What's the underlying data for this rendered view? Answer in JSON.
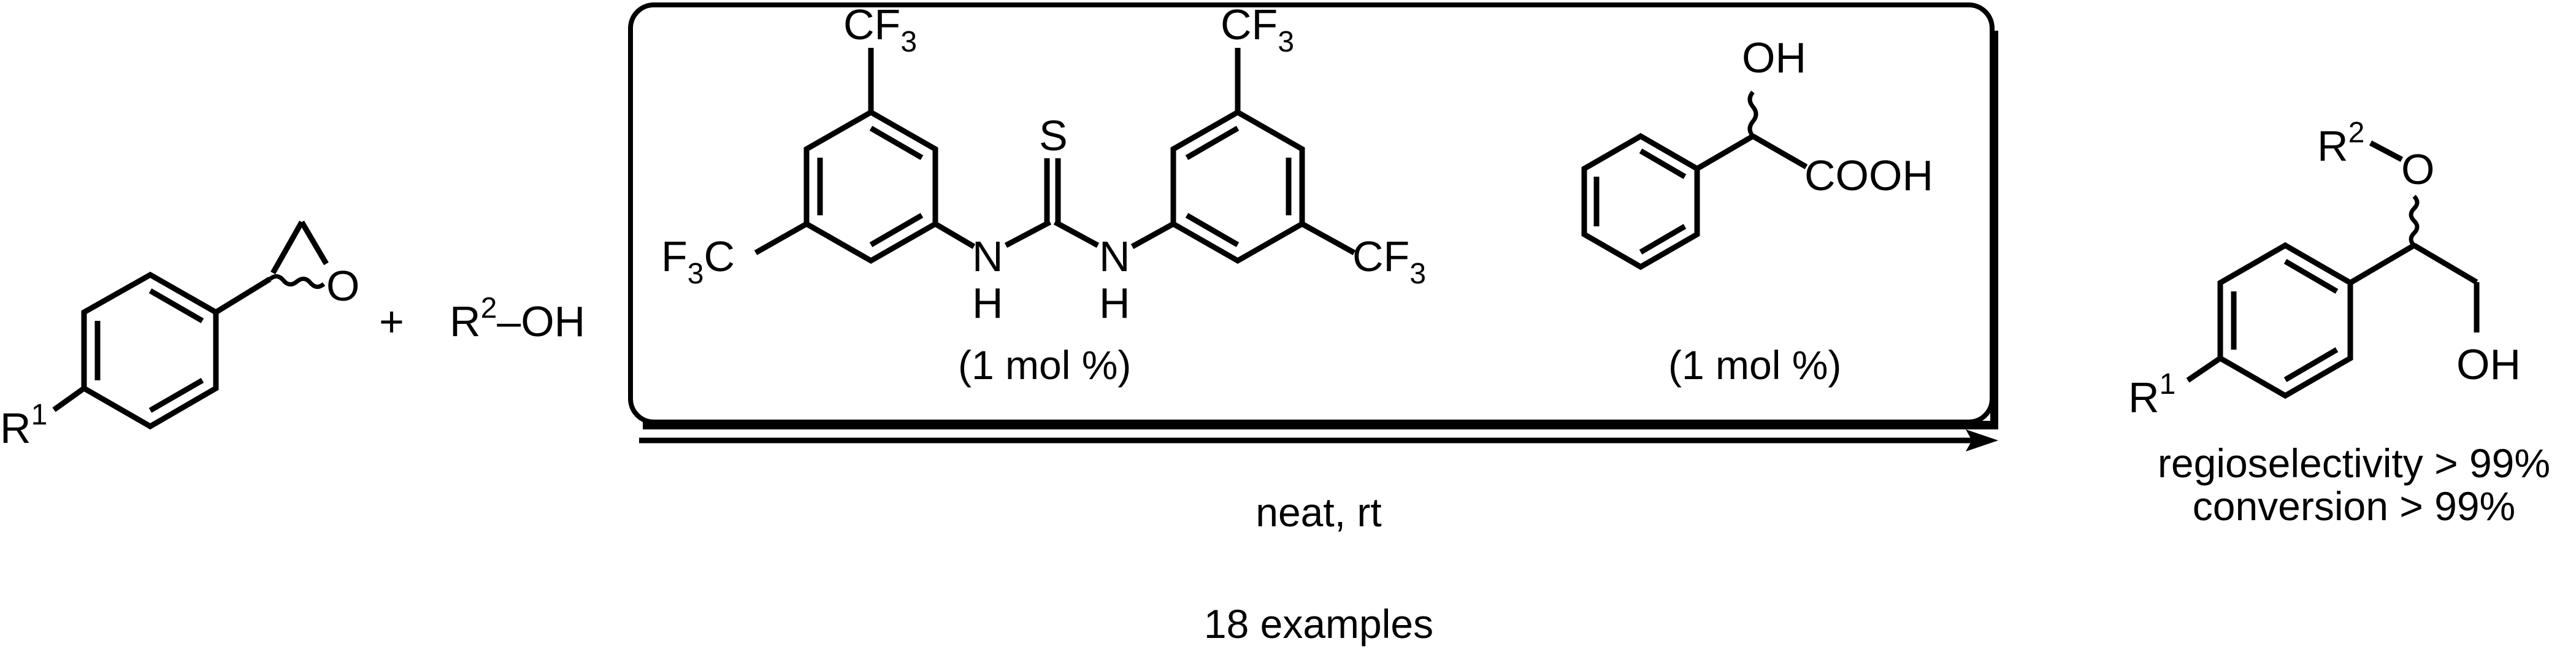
{
  "scheme": {
    "reactant": {
      "substituent": "R",
      "substituent_index": "1",
      "epoxide_oxygen": "O"
    },
    "plus_sign": "+",
    "alcohol": {
      "r": "R",
      "r_index": "2",
      "oh": "–OH"
    },
    "catalyst_box": {
      "thiourea": {
        "sulfur": "S",
        "nh": "N",
        "h": "H",
        "cf3_c": "CF",
        "cf3_sub": "3",
        "cf3_left_f": "F",
        "cf3_left_sub": "3",
        "cf3_left_c": "C",
        "loading": "(1 mol %)"
      },
      "mandelic_acid": {
        "oh": "OH",
        "cooh": "COOH",
        "loading": "(1 mol %)"
      }
    },
    "conditions": "neat, rt",
    "examples": "18 examples",
    "product": {
      "r2": "R",
      "r2_index": "2",
      "ether_o": "O",
      "r1": "R",
      "r1_index": "1",
      "oh": "OH",
      "regioselectivity": "regioselectivity > 99%",
      "conversion": "conversion > 99%"
    }
  }
}
